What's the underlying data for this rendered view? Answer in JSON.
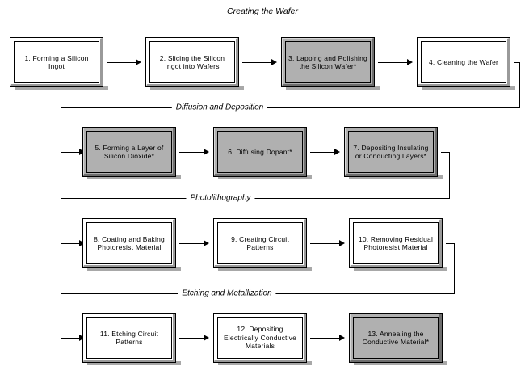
{
  "title": "Creating the Wafer",
  "sections": [
    {
      "id": "diffusion",
      "label": "Diffusion and Deposition"
    },
    {
      "id": "photolithography",
      "label": "Photolithography"
    },
    {
      "id": "etching",
      "label": "Etching and Metallization"
    }
  ],
  "steps": [
    {
      "n": 1,
      "label": "1. Forming a Silicon Ingot",
      "shaded": false
    },
    {
      "n": 2,
      "label": "2. Slicing the Silicon Ingot into Wafers",
      "shaded": false
    },
    {
      "n": 3,
      "label": "3. Lapping and Polishing the Silicon Wafer*",
      "shaded": true
    },
    {
      "n": 4,
      "label": "4. Cleaning the Wafer",
      "shaded": false
    },
    {
      "n": 5,
      "label": "5. Forming a Layer of Silicon Dioxide*",
      "shaded": true
    },
    {
      "n": 6,
      "label": "6. Diffusing Dopant*",
      "shaded": true
    },
    {
      "n": 7,
      "label": "7. Depositing Insulating or Conducting Layers*",
      "shaded": true
    },
    {
      "n": 8,
      "label": "8. Coating and Baking Photoresist Material",
      "shaded": false
    },
    {
      "n": 9,
      "label": "9. Creating Circuit Patterns",
      "shaded": false
    },
    {
      "n": 10,
      "label": "10. Removing Residual Photoresist Material",
      "shaded": false
    },
    {
      "n": 11,
      "label": "11. Etching Circuit Patterns",
      "shaded": false
    },
    {
      "n": 12,
      "label": "12. Depositing Electrically Conductive Materials",
      "shaded": false
    },
    {
      "n": 13,
      "label": "13. Annealing the Conductive Material*",
      "shaded": true
    }
  ],
  "colors": {
    "shaded_fill": "#b0b0b0",
    "plain_fill": "#ffffff",
    "line": "#000000",
    "shadow": "#a8a8a8"
  }
}
